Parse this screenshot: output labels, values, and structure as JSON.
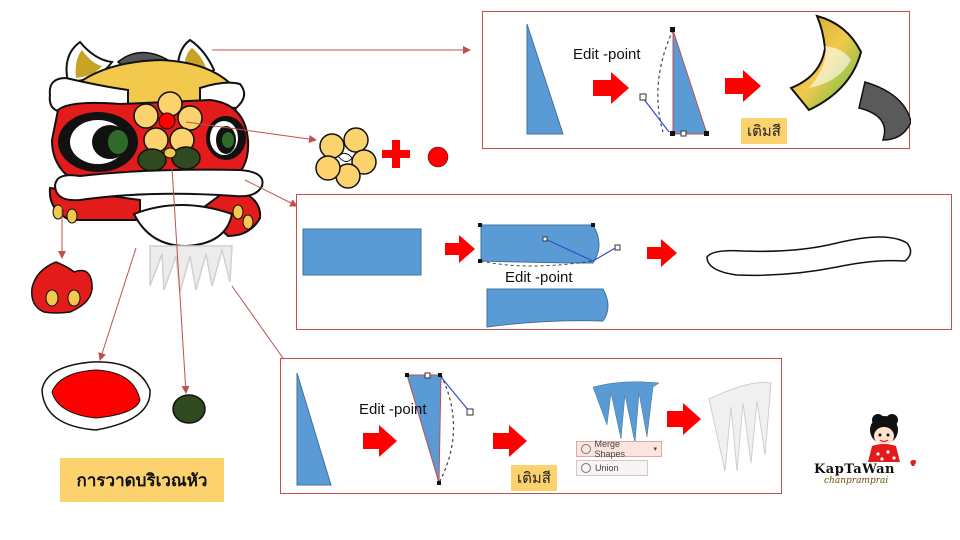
{
  "diagram": {
    "title": "การวาดบริเวณหัว",
    "steps": {
      "horn": {
        "edit_point_label": "Edit -point",
        "fill_label": "เติมสี"
      },
      "mouth": {
        "edit_point_label": "Edit -point"
      },
      "beard": {
        "edit_point_label": "Edit -point",
        "fill_label": "เติมสี",
        "menu_merge_shapes": "Merge Shapes",
        "menu_union": "Union"
      }
    },
    "operator_plus": "+",
    "brand": {
      "name": "KapTaWan",
      "sub": "chanpramprai"
    },
    "colors": {
      "accent_red": "#ff0000",
      "shape_blue": "#5b9bd5",
      "badge_yellow": "#fcd26e",
      "panel_border": "#c0504d",
      "dark_green": "#2e4a1e"
    }
  }
}
